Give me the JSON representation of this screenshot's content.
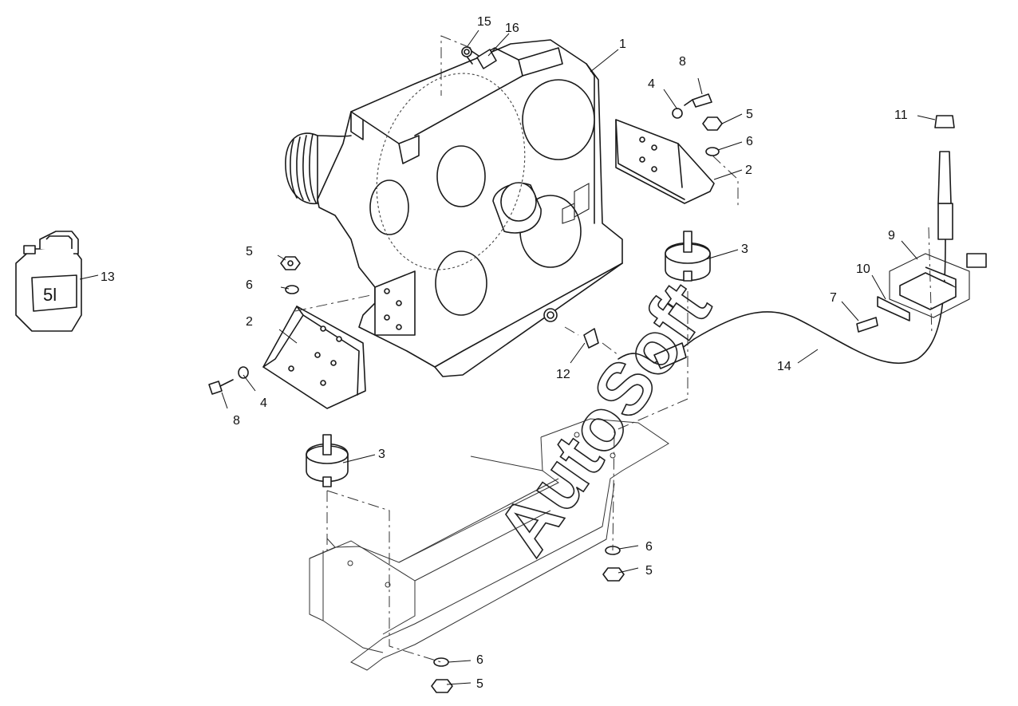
{
  "watermark": "AutoSoft",
  "oil_can": {
    "label": "5l"
  },
  "callouts": [
    {
      "id": "c1",
      "text": "1"
    },
    {
      "id": "c2a",
      "text": "2"
    },
    {
      "id": "c2b",
      "text": "2"
    },
    {
      "id": "c3a",
      "text": "3"
    },
    {
      "id": "c3b",
      "text": "3"
    },
    {
      "id": "c4a",
      "text": "4"
    },
    {
      "id": "c4b",
      "text": "4"
    },
    {
      "id": "c5a",
      "text": "5"
    },
    {
      "id": "c5b",
      "text": "5"
    },
    {
      "id": "c5c",
      "text": "5"
    },
    {
      "id": "c5d",
      "text": "5"
    },
    {
      "id": "c6a",
      "text": "6"
    },
    {
      "id": "c6b",
      "text": "6"
    },
    {
      "id": "c6c",
      "text": "6"
    },
    {
      "id": "c6d",
      "text": "6"
    },
    {
      "id": "c7",
      "text": "7"
    },
    {
      "id": "c8a",
      "text": "8"
    },
    {
      "id": "c8b",
      "text": "8"
    },
    {
      "id": "c9",
      "text": "9"
    },
    {
      "id": "c10",
      "text": "10"
    },
    {
      "id": "c11",
      "text": "11"
    },
    {
      "id": "c12",
      "text": "12"
    },
    {
      "id": "c13",
      "text": "13"
    },
    {
      "id": "c14",
      "text": "14"
    },
    {
      "id": "c15",
      "text": "15"
    },
    {
      "id": "c16",
      "text": "16"
    }
  ]
}
